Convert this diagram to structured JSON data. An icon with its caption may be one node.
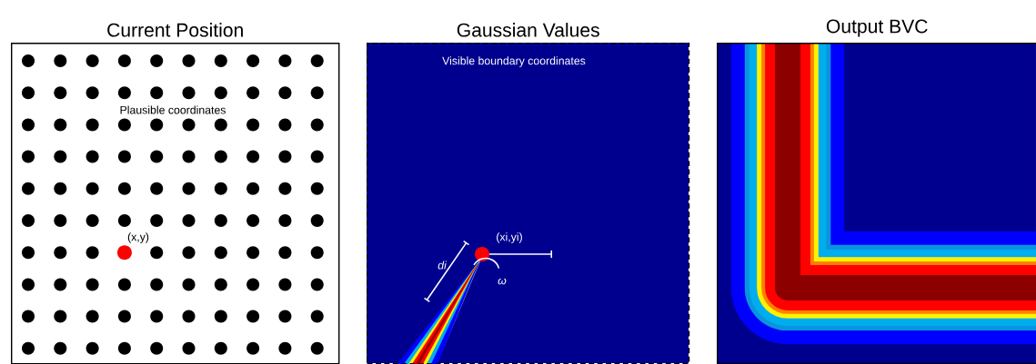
{
  "diagram": {
    "nodes": [
      {
        "text": [
          "Current Position",
          "Plausible coordinates"
        ]
      },
      {
        "text": [
          "Gaussian Values",
          "Visible boundary coordinates"
        ]
      },
      {
        "text": [
          "Output BVC"
        ]
      }
    ],
    "labels": [
      "(x,y)",
      "(xi,yi)",
      "di",
      "ω"
    ]
  }
}
